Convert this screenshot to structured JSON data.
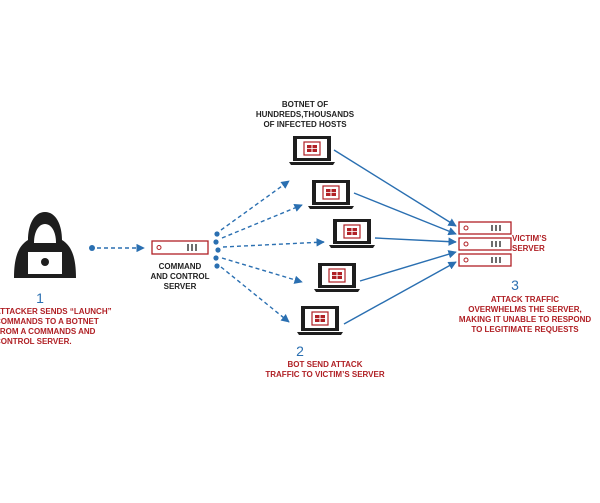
{
  "colors": {
    "accent_blue": "#2a6fb1",
    "accent_red": "#b02025",
    "dark": "#222222"
  },
  "steps": [
    {
      "number": "1",
      "text": [
        "ATTACKER SENDS “LAUNCH”",
        "COMMANDS TO A BOTNET",
        "FROM A COMMANDS AND",
        "CONTROL SERVER."
      ]
    },
    {
      "number": "2",
      "text": [
        "BOT SEND ATTACK",
        "TRAFFIC TO VICTIM’S SERVER"
      ]
    },
    {
      "number": "3",
      "text": [
        "ATTACK TRAFFIC",
        "OVERWHELMS THE SERVER,",
        "MAKING IT UNABLE TO RESPOND",
        "TO LEGITIMATE REQUESTS"
      ]
    }
  ],
  "labels": {
    "botnet": [
      "BOTNET OF",
      "HUNDREDS,THOUSANDS",
      "OF INFECTED HOSTS"
    ],
    "cc_server": [
      "COMMAND",
      "AND CONTROL",
      "SERVER"
    ],
    "victim": [
      "VICTIM’S",
      "SERVER"
    ]
  },
  "icons": {
    "attacker": "hooded-hacker-icon",
    "cc_server": "server-rack-icon",
    "bots": "laptop-bug-icon",
    "victim": "server-stack-icon"
  }
}
